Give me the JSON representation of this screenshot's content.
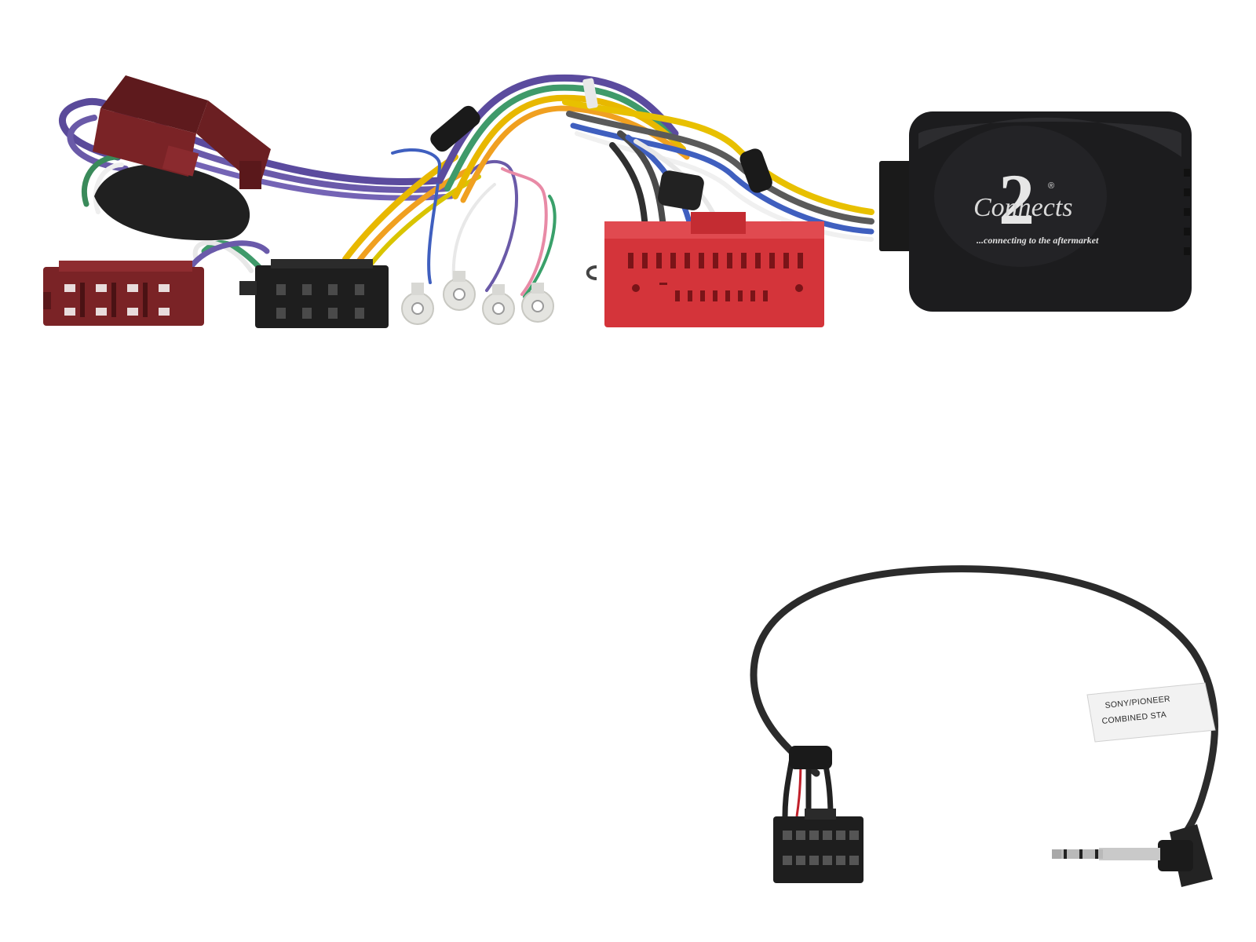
{
  "interface_box": {
    "brand": "Connects",
    "logo_number": "2",
    "registered_mark": "®",
    "tagline": "...connecting to the aftermarket"
  },
  "patch_lead": {
    "label_line1": "SONY/PIONEER",
    "label_line2": "COMBINED STA"
  },
  "colors": {
    "background": "#ffffff",
    "iso_connector": "#7a2326",
    "vehicle_connector": "#d4343a",
    "module_body": "#1c1c1e",
    "cable": "#2b2b2b"
  }
}
